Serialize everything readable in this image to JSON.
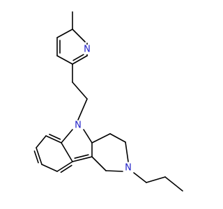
{
  "diagram": {
    "type": "skeletal-structure",
    "heteroatom_color": "#2020c8",
    "atom_labels": {
      "pyridine_n": "N",
      "indole_n": "N",
      "piperidine_n": "N"
    }
  }
}
